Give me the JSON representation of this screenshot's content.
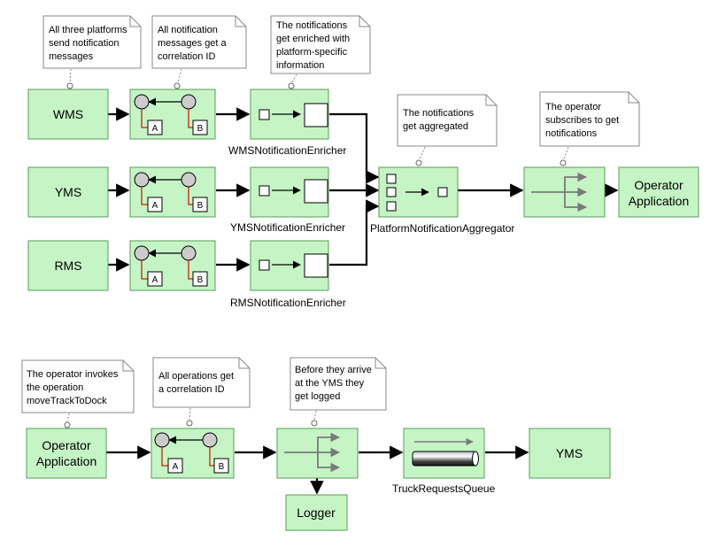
{
  "colors": {
    "box_fill": "#c5f5c5",
    "box_stroke": "#5a9a5a",
    "note_fill": "#ffffff",
    "note_stroke": "#888888",
    "arrow": "#000000",
    "correlation_line": "#cc2200",
    "router_arrow": "#7a7a7a"
  },
  "top_flow": {
    "sources": [
      {
        "label": "WMS"
      },
      {
        "label": "YMS"
      },
      {
        "label": "RMS"
      }
    ],
    "enrichers": [
      {
        "caption": "WMSNotificationEnricher"
      },
      {
        "caption": "YMSNotificationEnricher"
      },
      {
        "caption": "RMSNotificationEnricher"
      }
    ],
    "correlation_labels": {
      "a": "A",
      "b": "B"
    },
    "aggregator_caption": "PlatformNotificationAggregator",
    "target": {
      "line1": "Operator",
      "line2": "Application"
    },
    "notes": [
      {
        "lines": [
          "All three platforms",
          "send notification",
          "messages"
        ]
      },
      {
        "lines": [
          "All notification",
          "messages get a",
          "correlation ID"
        ]
      },
      {
        "lines": [
          "The notifications",
          "get enriched with",
          "platform-specific",
          "information"
        ]
      },
      {
        "lines": [
          "The notifications",
          "get aggregated"
        ]
      },
      {
        "lines": [
          "The operator",
          "subscribes to get",
          "notifications"
        ]
      }
    ]
  },
  "bottom_flow": {
    "source": {
      "line1": "Operator",
      "line2": "Application"
    },
    "correlation_labels": {
      "a": "A",
      "b": "B"
    },
    "queue_caption": "TruckRequestsQueue",
    "logger": "Logger",
    "target": "YMS",
    "notes": [
      {
        "lines": [
          "The operator invokes",
          "the operation",
          "moveTrackToDock"
        ]
      },
      {
        "lines": [
          "All operations get",
          "a correlation ID"
        ]
      },
      {
        "lines": [
          "Before they arrive",
          "at the YMS they",
          "get logged"
        ]
      }
    ]
  }
}
